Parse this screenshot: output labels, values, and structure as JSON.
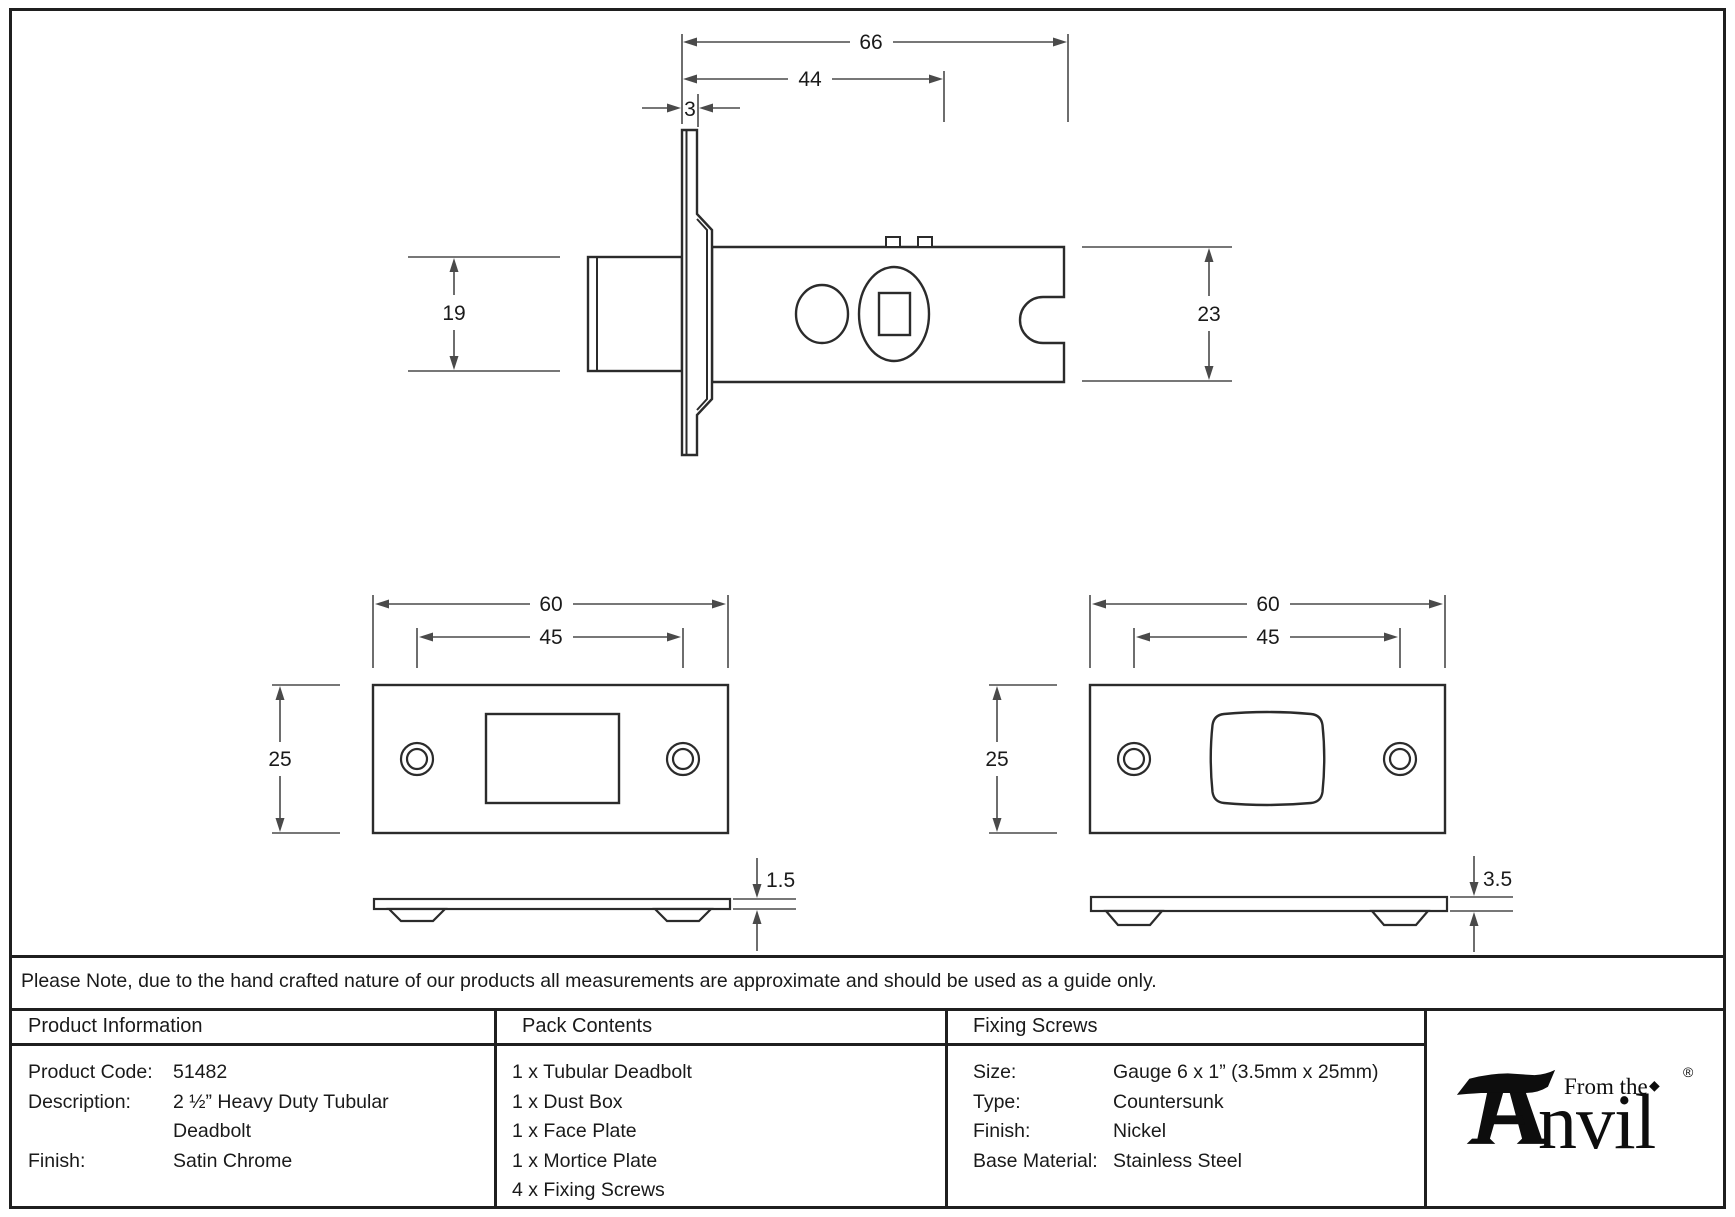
{
  "note": "Please Note, due to the hand crafted nature of our products all measurements are approximate and should be used as a guide only.",
  "drawing": {
    "deadbolt_side_view": {
      "overall_length": "66",
      "backset": "44",
      "faceplate_thickness": "3",
      "bolt_height": "19",
      "case_height": "23"
    },
    "face_plate": {
      "width": "60",
      "screw_centres": "45",
      "height": "25",
      "thickness": "1.5"
    },
    "mortice_plate": {
      "width": "60",
      "screw_centres": "45",
      "height": "25",
      "thickness": "3.5"
    }
  },
  "table": {
    "product_information": {
      "title": "Product Information",
      "rows": [
        {
          "label": "Product Code:",
          "value": "51482"
        },
        {
          "label": "Description:",
          "value": "2 ½” Heavy Duty Tubular Deadbolt"
        },
        {
          "label": "Finish:",
          "value": "Satin Chrome"
        }
      ]
    },
    "pack_contents": {
      "title": "Pack Contents",
      "items": [
        "1 x Tubular Deadbolt",
        "1 x Dust Box",
        "1 x Face Plate",
        "1 x Mortice Plate",
        "4 x Fixing Screws"
      ]
    },
    "fixing_screws": {
      "title": "Fixing Screws",
      "rows": [
        {
          "label": "Size:",
          "value": "Gauge 6 x 1” (3.5mm x 25mm)"
        },
        {
          "label": "Type:",
          "value": "Countersunk"
        },
        {
          "label": "Finish:",
          "value": "Nickel"
        },
        {
          "label": "Base Material:",
          "value": "Stainless Steel"
        }
      ]
    }
  },
  "logo": {
    "from_the": "From the",
    "diamond": "◆",
    "brand_rest": "nvil",
    "registered": "®"
  }
}
